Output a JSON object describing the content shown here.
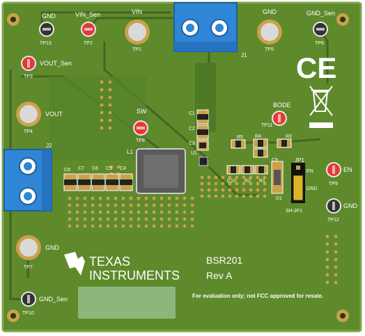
{
  "test_points": [
    {
      "id": "TP13",
      "label": "GND",
      "type": "black"
    },
    {
      "id": "TP2",
      "label": "VIN_Sen",
      "type": "red"
    },
    {
      "id": "TP1",
      "label": "VIN",
      "type": "pad"
    },
    {
      "id": "TP5",
      "label": "GND",
      "type": "pad"
    },
    {
      "id": "TP6",
      "label": "GND_Sen",
      "type": "black"
    },
    {
      "id": "TP3",
      "label": "VOUT_Sen",
      "type": "red"
    },
    {
      "id": "TP4",
      "label": "VOUT",
      "type": "pad"
    },
    {
      "id": "TP8",
      "label": "SW",
      "type": "red"
    },
    {
      "id": "TP11",
      "label": "BODE",
      "type": "red"
    },
    {
      "id": "TP9",
      "label": "EN",
      "type": "red"
    },
    {
      "id": "TP12",
      "label": "GND",
      "type": "black"
    },
    {
      "id": "TP7",
      "label": "GND",
      "type": "pad"
    },
    {
      "id": "TP10",
      "label": "GND_Sen",
      "type": "black"
    }
  ],
  "connectors": {
    "j1": "J1",
    "j2": "J2",
    "jp1": "JP1",
    "jp1_pin_en": "EN",
    "jp1_pin_gnd": "GND",
    "shunt": "SH-JP1"
  },
  "components": {
    "l1": "L1",
    "u1": "U1",
    "d1": "D1",
    "c1": "C1",
    "c2": "C2",
    "c3": "C3",
    "c4": "C4",
    "c5": "C5",
    "c6": "C6",
    "c7": "C7",
    "c8": "C8",
    "c9": "C9",
    "c10": "C10",
    "r1": "R1",
    "r2": "R2",
    "r3": "R3",
    "r4": "R4",
    "r5": "R5"
  },
  "branding": {
    "brand_line1": "TEXAS",
    "brand_line2": "INSTRUMENTS",
    "board_name": "BSR201",
    "revision": "Rev A"
  },
  "disclaimer": "For evaluation only; not FCC approved for resale.",
  "ce_mark": "CE",
  "colors": {
    "pcb": "#5e8a2c",
    "pcb_dark": "#4b7322",
    "trace": "#43661e",
    "copper": "#c9a24a",
    "terminal": "#2f86d6",
    "probe_red": "#e53935",
    "probe_black": "#333333",
    "silkscreen": "#ffffff"
  }
}
